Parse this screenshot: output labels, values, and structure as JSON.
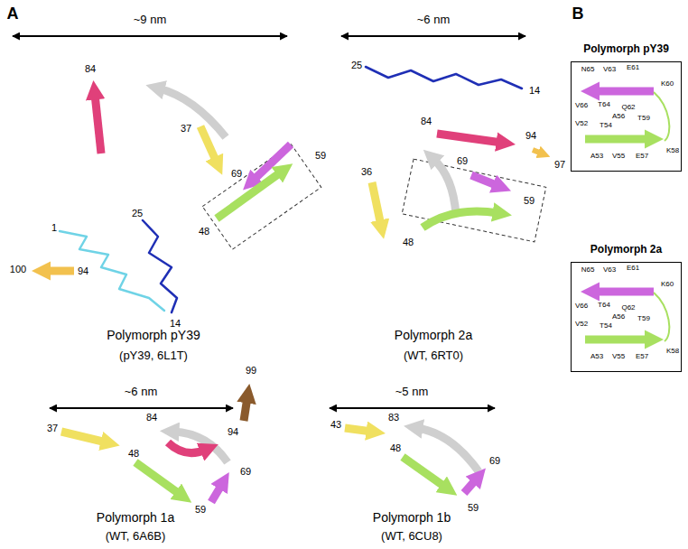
{
  "diagram": {
    "nodes": [
      {
        "text": [
          "Polymorph pY39",
          "N65",
          "V63",
          "E61",
          "K60",
          "V66",
          "T64",
          "Q62",
          "A56",
          "T59",
          "V52",
          "T54",
          "A53",
          "V55",
          "K58",
          "E57"
        ]
      },
      {
        "text": [
          "Polymorph 2a",
          "N65",
          "V63",
          "E61",
          "K60",
          "V66",
          "T64",
          "Q62",
          "A56",
          "T59",
          "V52",
          "T54",
          "A53",
          "V55",
          "K58",
          "E57"
        ]
      }
    ],
    "labels": [
      "A",
      "~9 nm",
      "84",
      "100",
      "94",
      "37",
      "69",
      "48",
      "59",
      "1",
      "25",
      "14",
      "Polymorph pY39",
      "(pY39, 6L1T)",
      "~6 nm",
      "25",
      "14",
      "84",
      "94",
      "97",
      "36",
      "69",
      "59",
      "48",
      "Polymorph 2a",
      "(WT, 6RT0)",
      "B",
      "~6 nm",
      "37",
      "84",
      "99",
      "94",
      "69",
      "48",
      "59",
      "Polymorph 1a",
      "(WT, 6A6B)",
      "~5 nm",
      "43",
      "83",
      "48",
      "69",
      "59",
      "Polymorph 1b",
      "(WT, 6CU8)"
    ]
  }
}
